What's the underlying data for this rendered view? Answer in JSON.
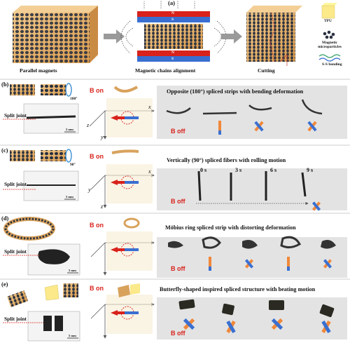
{
  "panels": {
    "a": {
      "label": "(a)",
      "step1": "Parallel magnets",
      "step2": "Magnetic chains alignment",
      "step3": "Cutting",
      "magnet_n": "N",
      "magnet_s": "S",
      "legend": {
        "tpu": "TPU",
        "particles": "Magnetic microparticles",
        "bond": "S-S bonding"
      }
    },
    "b": {
      "label": "(b)",
      "angle": "180°",
      "title": "Opposite (180°) spliced strips with bending deformation",
      "split": "Split joint",
      "scale": "5 mm",
      "b_on": "B on",
      "b_off": "B off",
      "axes": [
        "x",
        "z",
        "y"
      ]
    },
    "c": {
      "label": "(c)",
      "angle": "90°",
      "title": "Vertically (90°) spliced fibers with rolling motion",
      "split": "Split joint",
      "scale": "5 mm",
      "b_on": "B on",
      "b_off": "B off",
      "axes": [
        "x",
        "y",
        "z"
      ],
      "times": [
        "0 s",
        "3 s",
        "6 s",
        "9 s"
      ]
    },
    "d": {
      "label": "(d)",
      "title": "Möbius ring spliced strip with distorting deformation",
      "split": "Split joint",
      "scale": "5 mm",
      "b_on": "B on",
      "b_off": "B off"
    },
    "e": {
      "label": "(e)",
      "title": "Butterfly-shaped inspired spliced structure with beating motion",
      "split": "Split joint",
      "scale": "5 mm",
      "b_on": "B on",
      "b_off": "B off"
    }
  },
  "colors": {
    "tpu": "#e8b26a",
    "particle": "#2a3140",
    "red": "#d8221b",
    "blue": "#3a6fd1",
    "orange": "#f0883a",
    "gray": "#e3e3e3"
  }
}
